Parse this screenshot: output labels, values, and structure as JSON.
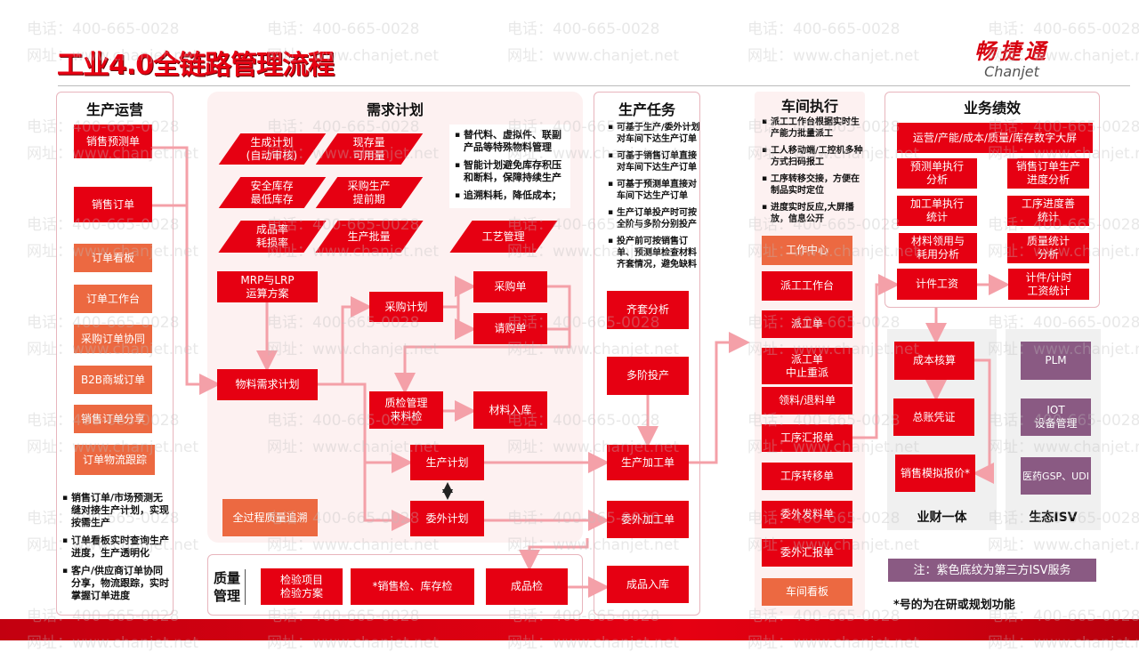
{
  "header": {
    "title": "工业4.0全链路管理流程",
    "logo_cn": "畅捷通",
    "logo_en": "Chanjet"
  },
  "watermark": {
    "phone": "电话：400-665-0028",
    "site": "网址：www.chanjet.net"
  },
  "colors": {
    "red": "#e60012",
    "orange": "#ec6941",
    "purple": "#8a5a83",
    "connector": "#f4a0a8"
  },
  "production_ops": {
    "title": "生产运营",
    "main": [
      "销售预测单",
      "销售订单"
    ],
    "items": [
      "订单看板",
      "订单工作台",
      "采购订单协同",
      "B2B商城订单",
      "销售订单分享",
      "订单物流跟踪"
    ],
    "bullets": [
      "销售订单/市场预测无缝对接生产计划，实现按需生产",
      "订单看板实时查询生产进度，生产透明化",
      "客户/供应商订单协同分享，物流跟踪，实时掌握订单进度"
    ]
  },
  "demand_plan": {
    "title": "需求计划",
    "params": [
      "生成计划\n(自动审核)",
      "现存量\n可用量",
      "安全库存\n最低库存",
      "采购生产\n提前期",
      "成品率\n耗损率",
      "生产批量",
      "工艺管理"
    ],
    "bullets": [
      "替代料、虚拟件、联副产品等特殊物料管理",
      "智能计划避免库存积压和断料，保障持续生产",
      "追溯料耗，降低成本；"
    ],
    "mrp": "MRP与LRP\n运算方案",
    "purchase_plan": "采购计划",
    "purchase_order": "采购单",
    "requisition": "请购单",
    "material_plan": "物料需求计划",
    "qc_incoming": "质检管理\n来料检",
    "material_in": "材料入库",
    "production_plan": "生产计划",
    "outsource_plan": "委外计划",
    "trace": "全过程质量追溯"
  },
  "quality": {
    "title": "质量\n管理",
    "items": [
      "检验项目\n检验方案",
      "*销售检、库存检",
      "成品检"
    ]
  },
  "production_task": {
    "title": "生产任务",
    "bullets": [
      "可基于生产/委外计划对车间下达生产订单",
      "可基于销售订单直接对车间下达生产订单",
      "可基于预测单直接对车间下达生产订单",
      "生产订单投产时可按全阶与多阶分别投产",
      "投产前可按销售订单、预测单检查材料齐套情况，避免缺料"
    ],
    "items": [
      "齐套分析",
      "多阶投产",
      "生产加工单",
      "委外加工单",
      "成品入库"
    ]
  },
  "workshop": {
    "title": "车间执行",
    "bullets": [
      "派工工作台根据实时生产能力批量派工",
      "工人移动端/工控机多种方式扫码报工",
      "工序转移交接，方便在制品实时定位",
      "进度实时反应,大屏播放，信息公开"
    ],
    "work_center": "工作中心",
    "items": [
      "派工工作台",
      "派工单",
      "派工单\n中止重派",
      "领料/退料单",
      "工序汇报单",
      "工序转移单",
      "委外发料单",
      "委外汇报单"
    ],
    "board": "车间看板"
  },
  "performance": {
    "title": "业务绩效",
    "dashboard": "运营/产能/成本/质量/库存数字大屏",
    "left": [
      "预测单执行\n分析",
      "加工单执行\n统计",
      "材料领用与\n耗用分析",
      "计件工资"
    ],
    "right": [
      "销售订单生产\n进度分析",
      "工序进度善\n统计",
      "质量统计\n分析",
      "计件/计时\n工资统计"
    ]
  },
  "finance": {
    "title": "业财一体",
    "items": [
      "成本核算",
      "总账凭证",
      "销售模拟报价*"
    ]
  },
  "isv": {
    "title": "生态ISV",
    "items": [
      "PLM",
      "IOT\n设备管理",
      "医药GSP、UDI"
    ]
  },
  "notes": {
    "isv_note": "注：紫色底纹为第三方ISV服务",
    "star_note": "*号的为在研或规划功能"
  }
}
